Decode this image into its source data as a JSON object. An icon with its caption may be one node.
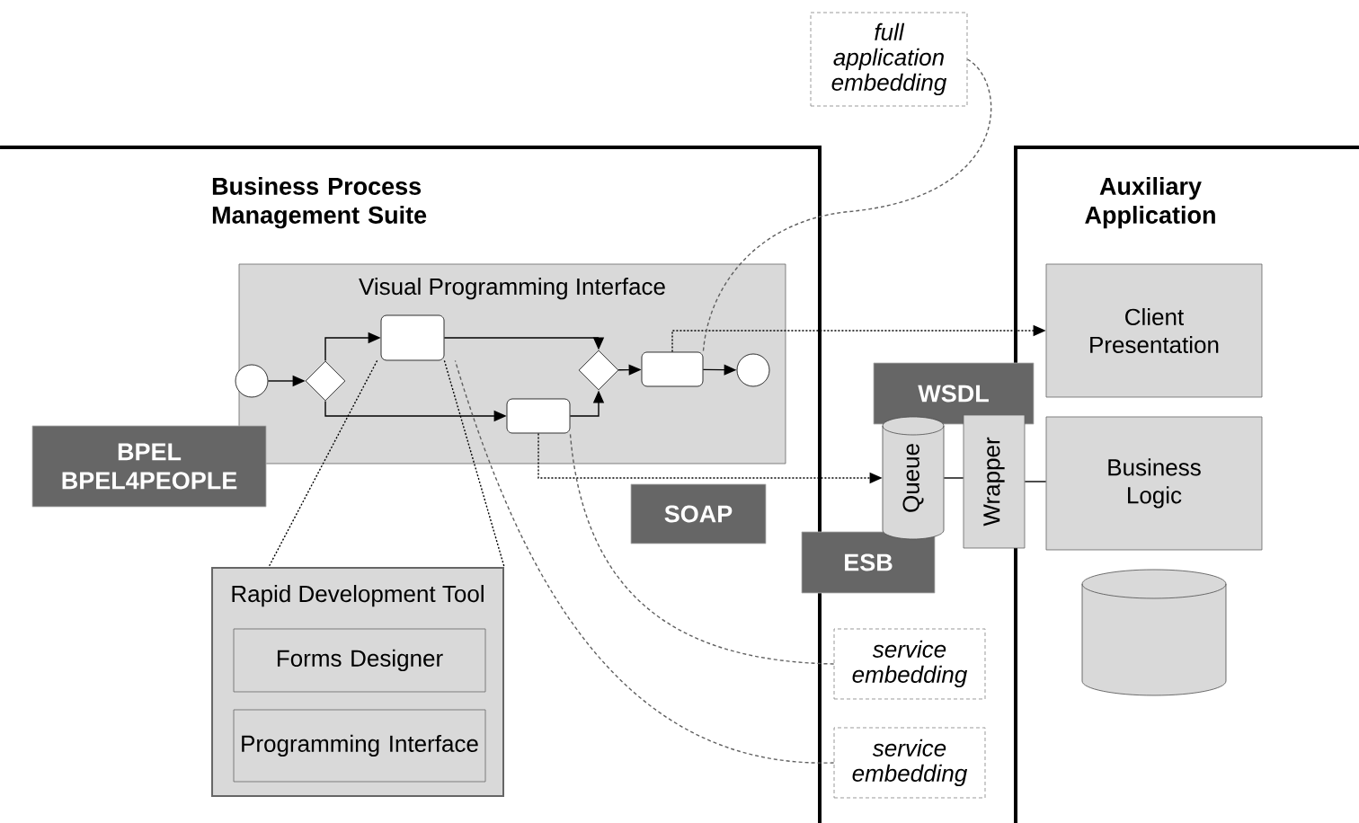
{
  "diagram": {
    "nodes": [
      {
        "text": [
          "Business Process Management Suite"
        ]
      },
      {
        "text": [
          "Visual Programming Interface"
        ],
        "in": 0
      },
      {
        "text": [],
        "shape": "circle",
        "in": 1
      },
      {
        "text": [],
        "shape": "diamond",
        "in": 1
      },
      {
        "text": [],
        "shape": "box",
        "in": 1
      },
      {
        "text": [],
        "shape": "box",
        "in": 1
      },
      {
        "text": [],
        "shape": "diamond",
        "in": 1
      },
      {
        "text": [],
        "shape": "box",
        "in": 1
      },
      {
        "text": [],
        "shape": "circle",
        "in": 1
      },
      {
        "text": [
          "BPEL BPEL4PEOPLE"
        ],
        "in": 0
      },
      {
        "text": [
          "Rapid Development Tool"
        ],
        "in": 0
      },
      {
        "text": [
          "Forms Designer"
        ],
        "in": 10
      },
      {
        "text": [
          "Programming Interface"
        ],
        "in": 10
      },
      {
        "text": [
          "SOAP"
        ],
        "in": 0
      },
      {
        "text": [
          "full application embedding"
        ]
      },
      {
        "text": [
          "WSDL"
        ]
      },
      {
        "text": [
          "Queue"
        ]
      },
      {
        "text": [
          "Wrapper"
        ]
      },
      {
        "text": [
          "ESB"
        ]
      },
      {
        "text": [
          "service embedding"
        ]
      },
      {
        "text": [
          "service embedding"
        ]
      },
      {
        "text": [
          "Auxiliary Application"
        ]
      },
      {
        "text": [
          "Client Presentation"
        ],
        "in": 21
      },
      {
        "text": [
          "Business Logic"
        ],
        "in": 21
      },
      {
        "text": [],
        "shape": "cylinder",
        "in": 21
      }
    ],
    "edges": [
      {
        "from": 2,
        "to": 3,
        "arrow": "to"
      },
      {
        "from": 3,
        "to": 4,
        "arrow": "to"
      },
      {
        "from": 3,
        "to": 5,
        "arrow": "to"
      },
      {
        "from": 4,
        "to": 6,
        "arrow": "to"
      },
      {
        "from": 5,
        "to": 6,
        "arrow": "to"
      },
      {
        "from": 6,
        "to": 7,
        "arrow": "to"
      },
      {
        "from": 7,
        "to": 8,
        "arrow": "to"
      },
      {
        "from": 7,
        "to": 22,
        "arrow": "to",
        "style": "dashed"
      },
      {
        "from": 5,
        "to": 16,
        "arrow": "to",
        "style": "dashed"
      },
      {
        "from": 4,
        "to": 10,
        "arrow": "none",
        "style": "dashed"
      },
      {
        "from": 4,
        "to": 10,
        "arrow": "none",
        "style": "dashed"
      },
      {
        "from": 14,
        "to": 7,
        "arrow": "none",
        "style": "dashed",
        "color": "#606060"
      },
      {
        "from": 19,
        "to": 5,
        "arrow": "none",
        "style": "dashed",
        "color": "#606060"
      },
      {
        "from": 20,
        "to": 4,
        "arrow": "none",
        "style": "dashed",
        "color": "#606060"
      },
      {
        "from": 16,
        "to": 17,
        "arrow": "none"
      },
      {
        "from": 17,
        "to": 23,
        "arrow": "none"
      }
    ]
  }
}
